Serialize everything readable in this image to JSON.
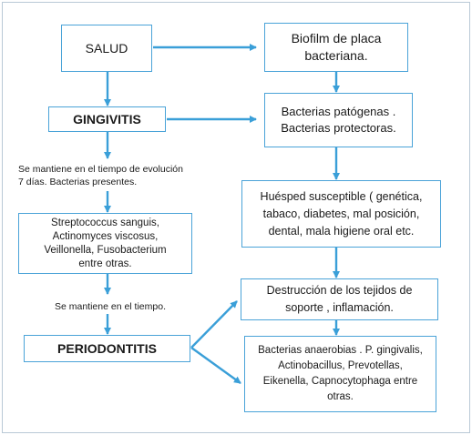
{
  "nodes": {
    "salud": "SALUD",
    "gingivitis": "GINGIVITIS",
    "strep": "Streptococcus sanguis,\nActinomyces viscosus,\nVeillonella, Fusobacterium\nentre otras.",
    "periodontitis": "PERIODONTITIS",
    "biofilm": "Biofilm de placa\nbacteriana.",
    "bacterias": "Bacterias patógenas .\nBacterias protectoras.",
    "huesped": "Huésped susceptible ( genética,\ntabaco, diabetes, mal posición,\ndental, mala higiene oral etc.",
    "destruccion": "Destrucción de los tejidos de\nsoporte , inflamación.",
    "anaerobias": "Bacterias anaerobias . P. gingivalis,\nActinobacillus, Prevotellas,\nEikenella, Capnocytophaga entre\notras."
  },
  "notes": {
    "tiempo_evolucion": "Se mantiene en el tiempo de evolución\n7 días. Bacterias presentes.",
    "tiempo": "Se mantiene en el tiempo."
  },
  "colors": {
    "arrow": "#3a9fd8",
    "box_border": "#4aa3d8"
  }
}
